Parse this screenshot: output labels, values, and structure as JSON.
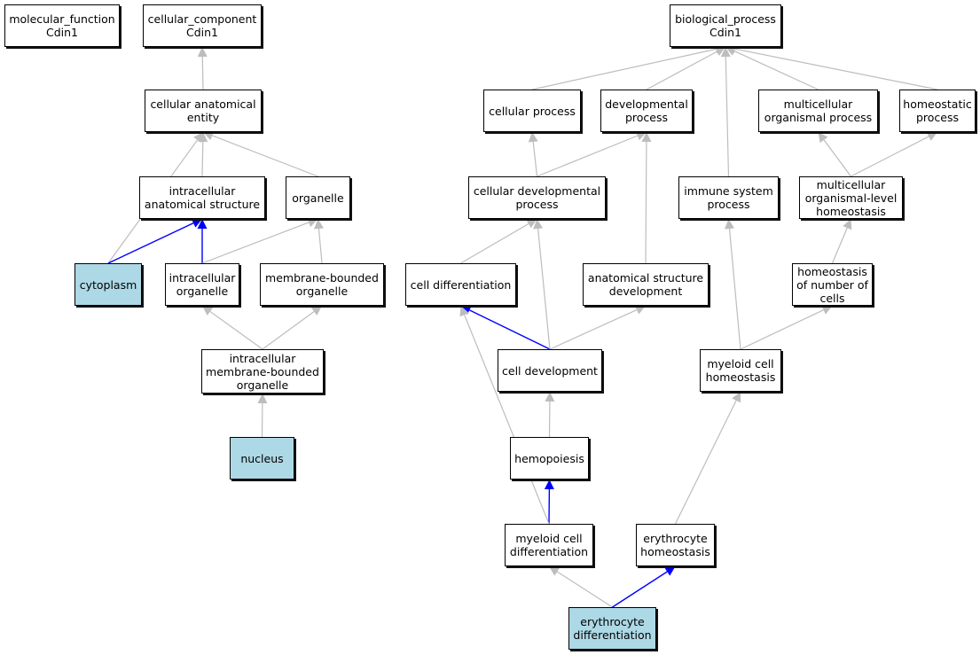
{
  "colors": {
    "edge_default": "#bdbdbd",
    "edge_highlight": "#0000ff",
    "highlight_fill": "#add8e6",
    "node_fill": "#ffffff"
  },
  "nodes": [
    {
      "id": "molecular_function",
      "label": "molecular_function\nCdin1",
      "highlight": false
    },
    {
      "id": "cellular_component",
      "label": "cellular_component\nCdin1",
      "highlight": false
    },
    {
      "id": "biological_process",
      "label": "biological_process\nCdin1",
      "highlight": false
    },
    {
      "id": "cellular_anatomical_entity",
      "label": "cellular anatomical\nentity",
      "highlight": false
    },
    {
      "id": "intracellular_anatomical_structure",
      "label": "intracellular\nanatomical structure",
      "highlight": false
    },
    {
      "id": "organelle",
      "label": "organelle",
      "highlight": false
    },
    {
      "id": "cytoplasm",
      "label": "cytoplasm",
      "highlight": true
    },
    {
      "id": "intracellular_organelle",
      "label": "intracellular\norganelle",
      "highlight": false
    },
    {
      "id": "membrane_bounded_organelle",
      "label": "membrane-bounded\norganelle",
      "highlight": false
    },
    {
      "id": "intracellular_membrane_bounded_organelle",
      "label": "intracellular\nmembrane-bounded\norganelle",
      "highlight": false
    },
    {
      "id": "nucleus",
      "label": "nucleus",
      "highlight": true
    },
    {
      "id": "cellular_process",
      "label": "cellular process",
      "highlight": false
    },
    {
      "id": "developmental_process",
      "label": "developmental\nprocess",
      "highlight": false
    },
    {
      "id": "multicellular_organismal_process",
      "label": "multicellular\norganismal process",
      "highlight": false
    },
    {
      "id": "homeostatic_process",
      "label": "homeostatic\nprocess",
      "highlight": false
    },
    {
      "id": "cellular_developmental_process",
      "label": "cellular developmental\nprocess",
      "highlight": false
    },
    {
      "id": "immune_system_process",
      "label": "immune system\nprocess",
      "highlight": false
    },
    {
      "id": "multicellular_organismal_level_homeostasis",
      "label": "multicellular\norganismal-level\nhomeostasis",
      "highlight": false
    },
    {
      "id": "cell_differentiation",
      "label": "cell differentiation",
      "highlight": false
    },
    {
      "id": "anatomical_structure_development",
      "label": "anatomical structure\ndevelopment",
      "highlight": false
    },
    {
      "id": "homeostasis_of_number_of_cells",
      "label": "homeostasis\nof number of\ncells",
      "highlight": false
    },
    {
      "id": "cell_development",
      "label": "cell development",
      "highlight": false
    },
    {
      "id": "myeloid_cell_homeostasis",
      "label": "myeloid cell\nhomeostasis",
      "highlight": false
    },
    {
      "id": "hemopoiesis",
      "label": "hemopoiesis",
      "highlight": false
    },
    {
      "id": "myeloid_cell_differentiation",
      "label": "myeloid cell\ndifferentiation",
      "highlight": false
    },
    {
      "id": "erythrocyte_homeostasis",
      "label": "erythrocyte\nhomeostasis",
      "highlight": false
    },
    {
      "id": "erythrocyte_differentiation",
      "label": "erythrocyte\ndifferentiation",
      "highlight": true
    }
  ],
  "edges": [
    {
      "from": "cellular_anatomical_entity",
      "to": "cellular_component",
      "highlight": false
    },
    {
      "from": "intracellular_anatomical_structure",
      "to": "cellular_anatomical_entity",
      "highlight": false
    },
    {
      "from": "organelle",
      "to": "cellular_anatomical_entity",
      "highlight": false
    },
    {
      "from": "cytoplasm",
      "to": "cellular_anatomical_entity",
      "highlight": false
    },
    {
      "from": "cytoplasm",
      "to": "intracellular_anatomical_structure",
      "highlight": true
    },
    {
      "from": "intracellular_organelle",
      "to": "intracellular_anatomical_structure",
      "highlight": true
    },
    {
      "from": "intracellular_organelle",
      "to": "organelle",
      "highlight": false
    },
    {
      "from": "membrane_bounded_organelle",
      "to": "organelle",
      "highlight": false
    },
    {
      "from": "intracellular_membrane_bounded_organelle",
      "to": "intracellular_organelle",
      "highlight": false
    },
    {
      "from": "intracellular_membrane_bounded_organelle",
      "to": "membrane_bounded_organelle",
      "highlight": false
    },
    {
      "from": "nucleus",
      "to": "intracellular_membrane_bounded_organelle",
      "highlight": false
    },
    {
      "from": "cellular_process",
      "to": "biological_process",
      "highlight": false
    },
    {
      "from": "developmental_process",
      "to": "biological_process",
      "highlight": false
    },
    {
      "from": "immune_system_process",
      "to": "biological_process",
      "highlight": false
    },
    {
      "from": "multicellular_organismal_process",
      "to": "biological_process",
      "highlight": false
    },
    {
      "from": "homeostatic_process",
      "to": "biological_process",
      "highlight": false
    },
    {
      "from": "cellular_developmental_process",
      "to": "cellular_process",
      "highlight": false
    },
    {
      "from": "cellular_developmental_process",
      "to": "developmental_process",
      "highlight": false
    },
    {
      "from": "multicellular_organismal_level_homeostasis",
      "to": "multicellular_organismal_process",
      "highlight": false
    },
    {
      "from": "multicellular_organismal_level_homeostasis",
      "to": "homeostatic_process",
      "highlight": false
    },
    {
      "from": "cell_differentiation",
      "to": "cellular_developmental_process",
      "highlight": false
    },
    {
      "from": "anatomical_structure_development",
      "to": "developmental_process",
      "highlight": false
    },
    {
      "from": "homeostasis_of_number_of_cells",
      "to": "multicellular_organismal_level_homeostasis",
      "highlight": false
    },
    {
      "from": "cell_development",
      "to": "cell_differentiation",
      "highlight": true
    },
    {
      "from": "cell_development",
      "to": "cellular_developmental_process",
      "highlight": false
    },
    {
      "from": "cell_development",
      "to": "anatomical_structure_development",
      "highlight": false
    },
    {
      "from": "myeloid_cell_homeostasis",
      "to": "immune_system_process",
      "highlight": false
    },
    {
      "from": "myeloid_cell_homeostasis",
      "to": "homeostasis_of_number_of_cells",
      "highlight": false
    },
    {
      "from": "hemopoiesis",
      "to": "cell_development",
      "highlight": false
    },
    {
      "from": "myeloid_cell_differentiation",
      "to": "hemopoiesis",
      "highlight": true
    },
    {
      "from": "myeloid_cell_differentiation",
      "to": "cell_differentiation",
      "highlight": false
    },
    {
      "from": "erythrocyte_homeostasis",
      "to": "myeloid_cell_homeostasis",
      "highlight": false
    },
    {
      "from": "erythrocyte_differentiation",
      "to": "myeloid_cell_differentiation",
      "highlight": false
    },
    {
      "from": "erythrocyte_differentiation",
      "to": "erythrocyte_homeostasis",
      "highlight": true
    }
  ]
}
